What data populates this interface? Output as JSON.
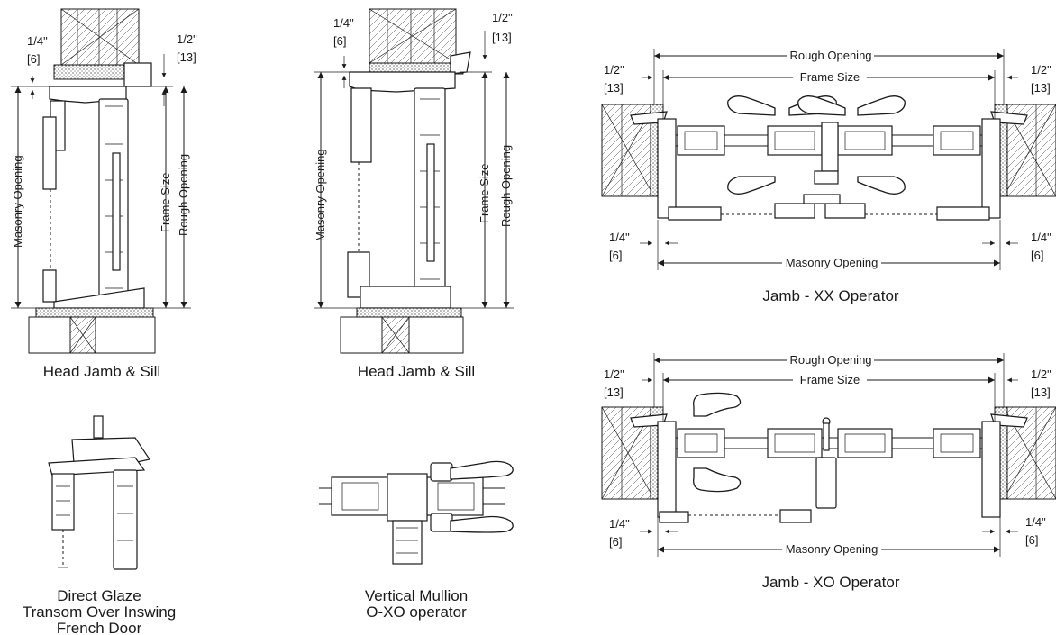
{
  "dimensions": {
    "quarter_in": "1/4\"",
    "quarter_mm": "[6]",
    "half_in": "1/2\"",
    "half_mm": "[13]",
    "masonry_opening": "Masonry Opening",
    "frame_size": "Frame Size",
    "rough_opening": "Rough Opening"
  },
  "captions": {
    "head_jamb_sill_1": "Head Jamb & Sill",
    "head_jamb_sill_2": "Head Jamb & Sill",
    "direct_glaze": [
      "Direct Glaze",
      "Transom Over Inswing",
      "French Door"
    ],
    "vertical_mullion": [
      "Vertical Mullion",
      "O-XO operator"
    ],
    "jamb_xx": "Jamb - XX Operator",
    "jamb_xo": "Jamb - XO Operator"
  },
  "colors": {
    "ink": "#1a1a1a",
    "paper": "#ffffff"
  }
}
